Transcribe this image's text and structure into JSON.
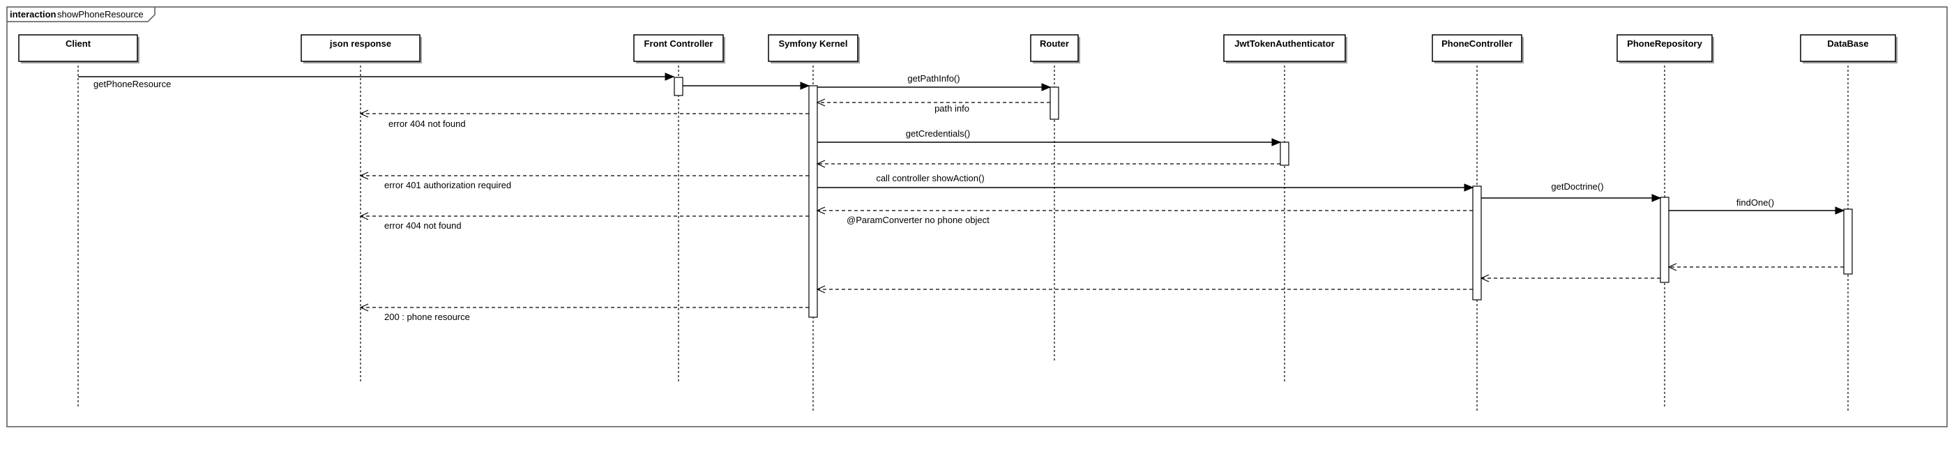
{
  "frame": {
    "keyword": "interaction",
    "name": "showPhoneResource"
  },
  "lifelines": [
    {
      "id": "client",
      "label": "Client"
    },
    {
      "id": "json",
      "label": "json response"
    },
    {
      "id": "front",
      "label": "Front Controller"
    },
    {
      "id": "kernel",
      "label": "Symfony Kernel"
    },
    {
      "id": "router",
      "label": "Router"
    },
    {
      "id": "jwt",
      "label": "JwtTokenAuthenticator"
    },
    {
      "id": "phonectrl",
      "label": "PhoneController"
    },
    {
      "id": "repo",
      "label": "PhoneRepository"
    },
    {
      "id": "db",
      "label": "DataBase"
    }
  ],
  "messages": [
    {
      "from": "client",
      "to": "front",
      "kind": "call",
      "label": "getPhoneResource"
    },
    {
      "from": "front",
      "to": "kernel",
      "kind": "call",
      "label": ""
    },
    {
      "from": "kernel",
      "to": "router",
      "kind": "call",
      "label": "getPathInfo()"
    },
    {
      "from": "router",
      "to": "kernel",
      "kind": "return",
      "label": "path info"
    },
    {
      "from": "kernel",
      "to": "json",
      "kind": "return",
      "label": "error 404 not found"
    },
    {
      "from": "kernel",
      "to": "jwt",
      "kind": "call",
      "label": "getCredentials()"
    },
    {
      "from": "jwt",
      "to": "kernel",
      "kind": "return",
      "label": ""
    },
    {
      "from": "kernel",
      "to": "json",
      "kind": "return",
      "label": "error 401 authorization required"
    },
    {
      "from": "kernel",
      "to": "phonectrl",
      "kind": "call",
      "label": "call controller showAction()"
    },
    {
      "from": "phonectrl",
      "to": "kernel",
      "kind": "return",
      "label": "@ParamConverter no phone object"
    },
    {
      "from": "kernel",
      "to": "json",
      "kind": "return",
      "label": "error 404 not found"
    },
    {
      "from": "phonectrl",
      "to": "repo",
      "kind": "call",
      "label": "getDoctrine()"
    },
    {
      "from": "repo",
      "to": "db",
      "kind": "call",
      "label": "findOne()"
    },
    {
      "from": "db",
      "to": "repo",
      "kind": "return",
      "label": ""
    },
    {
      "from": "repo",
      "to": "phonectrl",
      "kind": "return",
      "label": ""
    },
    {
      "from": "phonectrl",
      "to": "kernel",
      "kind": "return",
      "label": ""
    },
    {
      "from": "kernel",
      "to": "json",
      "kind": "return",
      "label": "200 : phone resource"
    }
  ]
}
